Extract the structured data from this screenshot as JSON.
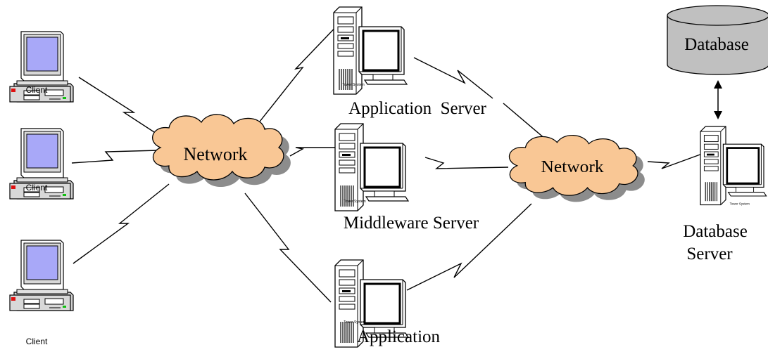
{
  "clients": [
    {
      "label": "Client"
    },
    {
      "label": "Client"
    },
    {
      "label": "Client"
    }
  ],
  "networks": [
    {
      "label": "Network"
    },
    {
      "label": "Network"
    }
  ],
  "servers": [
    {
      "label": "Application  Server",
      "caption": "Tower System"
    },
    {
      "label": "Middleware Server",
      "caption": "Tower System"
    },
    {
      "label": "Application",
      "caption": "Tower System"
    }
  ],
  "database": {
    "label": "Database",
    "server_label_line1": "Database",
    "server_label_line2": "Server",
    "server_caption": "Tower System"
  },
  "colors": {
    "cloud_fill": "#F9C795",
    "cloud_shadow": "#8C8C8C",
    "database_fill": "#C0C0C0",
    "client_screen": "#A8A8F8",
    "client_red": "#E01010",
    "client_green": "#10C010"
  }
}
